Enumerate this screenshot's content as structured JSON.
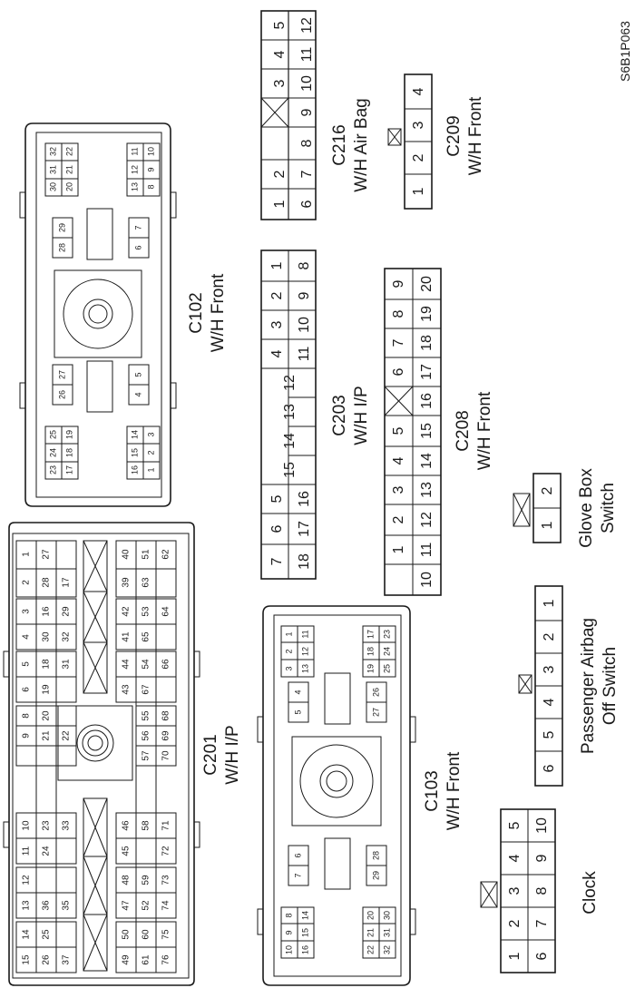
{
  "ref_code": "S6B1P063",
  "connectors": {
    "C216": {
      "name": "C216",
      "desc": "W/H Air Bag",
      "rows": [
        [
          "1",
          "2",
          "X",
          "3",
          "4",
          "5"
        ],
        [
          "6",
          "7",
          "8",
          "9",
          "10",
          "11",
          "12"
        ]
      ]
    },
    "C209": {
      "name": "C209",
      "desc": "W/H Front",
      "rows": [
        [
          "1",
          "2",
          "3",
          "4"
        ]
      ]
    },
    "C102": {
      "name": "C102",
      "desc": "W/H Front",
      "blocks": [
        [
          [
            "30",
            "31",
            "32"
          ],
          [
            "20",
            "21",
            "22"
          ]
        ],
        [
          [
            "13",
            "12",
            "11"
          ],
          [
            "8",
            "9",
            "10"
          ]
        ],
        [
          [
            "28",
            "29"
          ]
        ],
        [
          [
            "6",
            "7"
          ]
        ],
        [
          [
            "26",
            "27"
          ]
        ],
        [
          [
            "4",
            "5"
          ]
        ],
        [
          [
            "23",
            "24",
            "25"
          ],
          [
            "17",
            "18",
            "19"
          ]
        ],
        [
          [
            "16",
            "15",
            "14"
          ],
          [
            "1",
            "2",
            "3"
          ]
        ]
      ]
    },
    "C203": {
      "name": "C203",
      "desc": "W/H I/P",
      "rows": [
        [
          "7",
          "6",
          "5",
          "4",
          "3",
          "2",
          "1"
        ],
        [
          "18",
          "17",
          "16",
          "15",
          "14",
          "13",
          "12",
          "11",
          "10",
          "9",
          "8"
        ]
      ]
    },
    "C208": {
      "name": "C208",
      "desc": "W/H Front",
      "rows": [
        [
          "1",
          "2",
          "3",
          "4",
          "5",
          "X",
          "6",
          "7",
          "8",
          "9"
        ],
        [
          "10",
          "11",
          "12",
          "13",
          "14",
          "15",
          "16",
          "17",
          "18",
          "19",
          "20"
        ]
      ]
    },
    "C201": {
      "name": "C201",
      "desc": "W/H I/P",
      "top_rows": [
        [
          "15",
          "13",
          "11",
          "9",
          "6",
          "4",
          "2"
        ],
        [
          "14",
          "12",
          "10",
          "8",
          "5",
          "3",
          "1"
        ],
        [
          "25",
          "24",
          "21",
          "19",
          "30",
          "17"
        ],
        [
          "26",
          "36",
          "22",
          "23",
          "32",
          "29",
          "28"
        ],
        [
          "20",
          "18"
        ],
        [
          "33",
          "31"
        ],
        [
          "35",
          "16"
        ],
        [
          "37",
          "27"
        ]
      ],
      "bottom_rows": [
        [
          "49",
          "47",
          "45",
          "55",
          "43",
          "41",
          "39"
        ],
        [
          "50",
          "48",
          "46",
          "57",
          "44",
          "42",
          "40"
        ],
        [
          "60",
          "59",
          "58",
          "56",
          "54",
          "53",
          "52",
          "51"
        ],
        [
          "61",
          "74",
          "72",
          "69",
          "67",
          "65",
          "63"
        ],
        [
          "75",
          "73",
          "71",
          "68",
          "66",
          "64",
          "62"
        ],
        [
          "76",
          "70"
        ]
      ]
    },
    "C103": {
      "name": "C103",
      "desc": "W/H Front",
      "blocks": [
        [
          [
            "3",
            "2",
            "1"
          ],
          [
            "13",
            "12",
            "11"
          ]
        ],
        [
          [
            "19",
            "18",
            "17"
          ],
          [
            "25",
            "24",
            "23"
          ]
        ],
        [
          [
            "5",
            "4"
          ]
        ],
        [
          [
            "27",
            "26"
          ]
        ],
        [
          [
            "7",
            "6"
          ]
        ],
        [
          [
            "29",
            "28"
          ]
        ],
        [
          [
            "10",
            "9",
            "8"
          ],
          [
            "16",
            "15",
            "14"
          ]
        ],
        [
          [
            "22",
            "21",
            "20"
          ],
          [
            "32",
            "31",
            "30"
          ]
        ]
      ]
    },
    "glove_box": {
      "desc": "Glove Box",
      "desc2": "Switch",
      "rows": [
        [
          "1",
          "2"
        ]
      ]
    },
    "passenger_airbag": {
      "desc": "Passenger Airbag",
      "desc2": "Off Switch",
      "rows": [
        [
          "6",
          "5",
          "4",
          "3",
          "2",
          "1"
        ]
      ]
    },
    "clock": {
      "desc": "Clock",
      "rows": [
        [
          "1",
          "2",
          "3",
          "4",
          "5"
        ],
        [
          "6",
          "7",
          "8",
          "9",
          "10"
        ]
      ]
    }
  }
}
